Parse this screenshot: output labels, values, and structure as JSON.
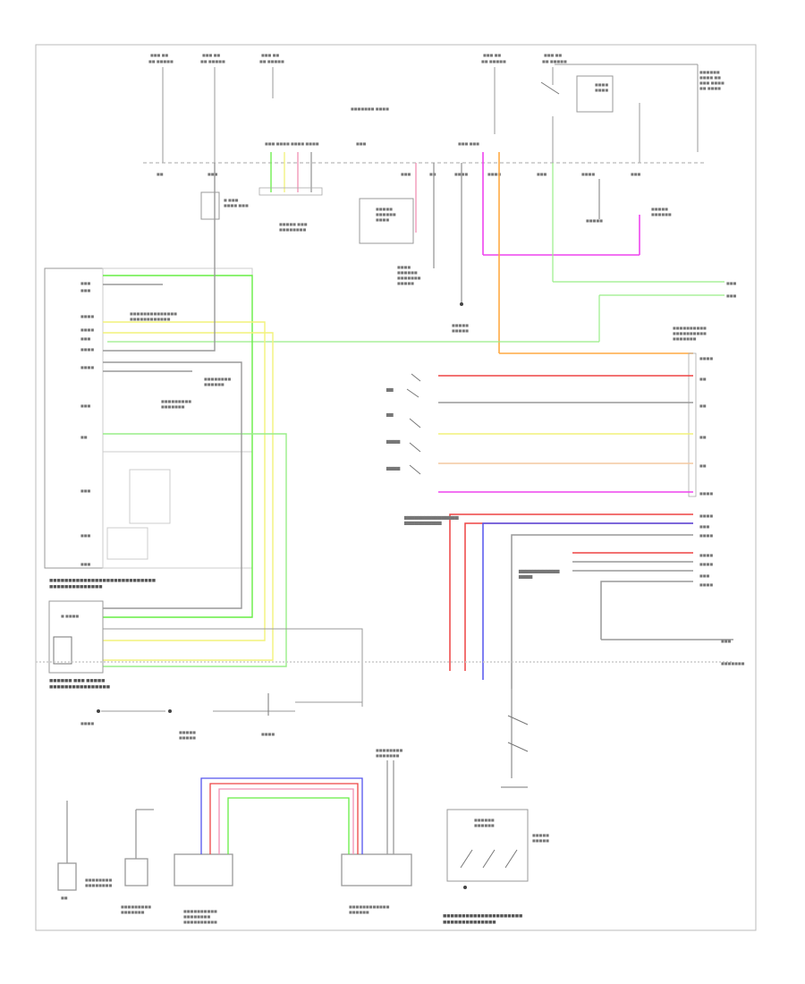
{
  "diagram": {
    "title": "Wiring Diagram",
    "footer_code": "",
    "colors": {
      "frame": "#bbbbbb",
      "wire_green": "#66ee44",
      "wire_light_green": "#99ee88",
      "wire_yellow": "#f2f27a",
      "wire_pink": "#f090b4",
      "wire_magenta": "#ee44ee",
      "wire_orange": "#ffaa44",
      "wire_red": "#ee4444",
      "wire_blue": "#5555ee",
      "wire_peach": "#f4c8a0",
      "wire_gray": "#999999"
    },
    "components": [
      "top-fuse-1",
      "top-fuse-2",
      "top-fuse-3",
      "top-fuse-4",
      "top-fuse-5",
      "junction-block",
      "ecm",
      "transmission-control-switch",
      "combination-meter",
      "shift-lock-solenoid",
      "data-link-connector",
      "ground-points"
    ]
  }
}
